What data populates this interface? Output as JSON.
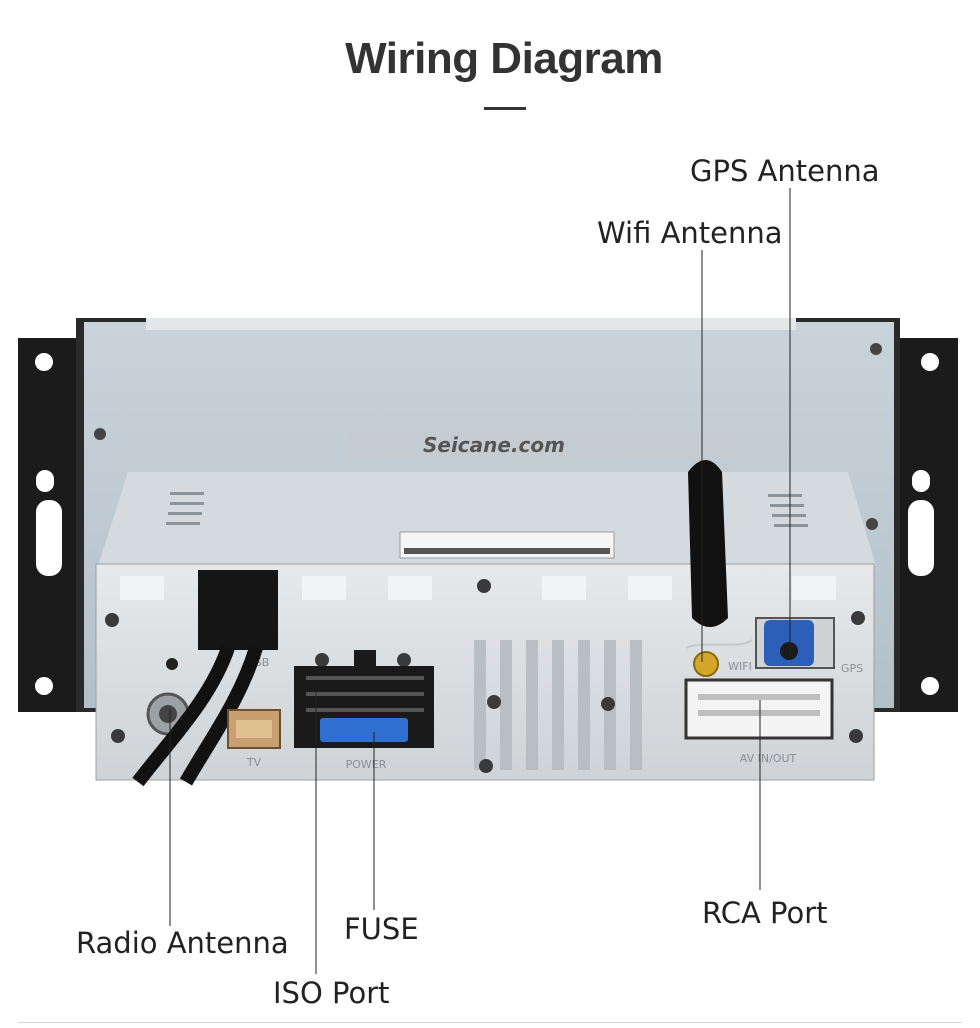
{
  "header": {
    "title": "Wiring Diagram"
  },
  "device": {
    "watermark": "Seicane.com",
    "port_labels": {
      "usb": "USB",
      "tv": "TV",
      "power": "POWER",
      "wifi": "WIFI",
      "gps": "GPS",
      "av": "AV IN/OUT"
    }
  },
  "callouts": {
    "gps_antenna": "GPS Antenna",
    "wifi_antenna": "Wifi Antenna",
    "radio_antenna": "Radio Antenna",
    "fuse": "FUSE",
    "iso_port": "ISO Port",
    "rca_port": "RCA Port"
  }
}
